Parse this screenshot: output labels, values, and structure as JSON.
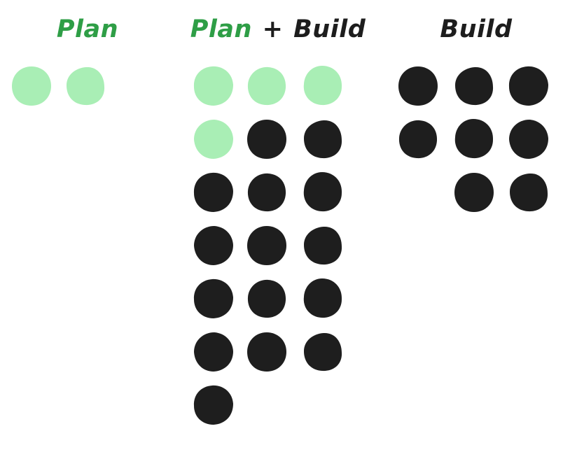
{
  "chart_data": {
    "type": "bar",
    "title": "",
    "subtitle": "",
    "xlabel": "",
    "ylabel": "",
    "unit": "dot",
    "legend_position": "none",
    "grid": false,
    "notes": "Pictogram / dot-count chart. Each hand-drawn blob represents one unit. Green blobs = Plan units, dark blobs = Build units.",
    "categories": [
      "Plan",
      "Plan + Build",
      "Build"
    ],
    "values": [
      2,
      19,
      8
    ],
    "series": [
      {
        "name": "Plan (green)",
        "values": [
          2,
          4,
          0
        ],
        "color": "#a9eeb5"
      },
      {
        "name": "Build (dark)",
        "values": [
          0,
          15,
          8
        ],
        "color": "#1e1e1e"
      }
    ],
    "columns_per_row": 3
  },
  "colors": {
    "background": "#ffffff",
    "plan_green_fill": "#a9eeb5",
    "plan_green_text": "#2e9e46",
    "build_dark_fill": "#1e1e1e",
    "build_dark_text": "#1d1d1d"
  },
  "columns": [
    {
      "id": "plan",
      "title_segments": [
        {
          "text": "Plan",
          "tone": "green"
        }
      ],
      "title_plain": "Plan",
      "total_dots": 2,
      "green_dots": 2,
      "dark_dots": 0,
      "rows": [
        {
          "cells": [
            "green",
            "green",
            "empty"
          ]
        }
      ]
    },
    {
      "id": "plan-build",
      "title_segments": [
        {
          "text": "Plan",
          "tone": "green"
        },
        {
          "text": "+",
          "tone": "plus"
        },
        {
          "text": "Build",
          "tone": "dark"
        }
      ],
      "title_plain": "Plan + Build",
      "total_dots": 19,
      "green_dots": 4,
      "dark_dots": 15,
      "rows": [
        {
          "cells": [
            "green",
            "green",
            "green"
          ]
        },
        {
          "cells": [
            "green",
            "dark",
            "dark"
          ]
        },
        {
          "cells": [
            "dark",
            "dark",
            "dark"
          ]
        },
        {
          "cells": [
            "dark",
            "dark",
            "dark"
          ]
        },
        {
          "cells": [
            "dark",
            "dark",
            "dark"
          ]
        },
        {
          "cells": [
            "dark",
            "dark",
            "dark"
          ]
        },
        {
          "cells": [
            "dark",
            "empty",
            "empty"
          ]
        }
      ]
    },
    {
      "id": "build",
      "title_segments": [
        {
          "text": "Build",
          "tone": "dark"
        }
      ],
      "title_plain": "Build",
      "total_dots": 8,
      "green_dots": 0,
      "dark_dots": 8,
      "rows": [
        {
          "cells": [
            "dark",
            "dark",
            "dark"
          ]
        },
        {
          "cells": [
            "dark",
            "dark",
            "dark"
          ]
        },
        {
          "cells": [
            "empty",
            "dark",
            "dark"
          ]
        }
      ]
    }
  ],
  "blob_shapes": [
    "M29 1 C44 1 57 12 57 29 C57 45 45 57 29 57 C12 57 1 45 1 29 C1 13 13 1 29 1 Z",
    "M30 2 C46 1 56 14 56 30 C57 47 44 57 28 56 C12 55 2 44 2 28 C2 13 15 3 30 2 Z",
    "M27 1 C43 0 56 11 57 27 C57 44 46 56 29 57 C13 57 1 46 1 30 C0 14 11 2 27 1 Z",
    "M31 2 C47 3 57 15 56 31 C55 47 43 57 27 56 C11 55 1 43 2 27 C3 12 16 1 31 2 Z",
    "M28 0 C45 0 57 13 56 30 C56 46 43 57 27 56 C11 55 0 42 2 26 C3 11 14 0 28 0 Z",
    "M30 1 C45 2 56 13 57 28 C57 45 45 56 29 57 C13 57 2 45 1 29 C1 13 14 1 30 1 Z"
  ]
}
